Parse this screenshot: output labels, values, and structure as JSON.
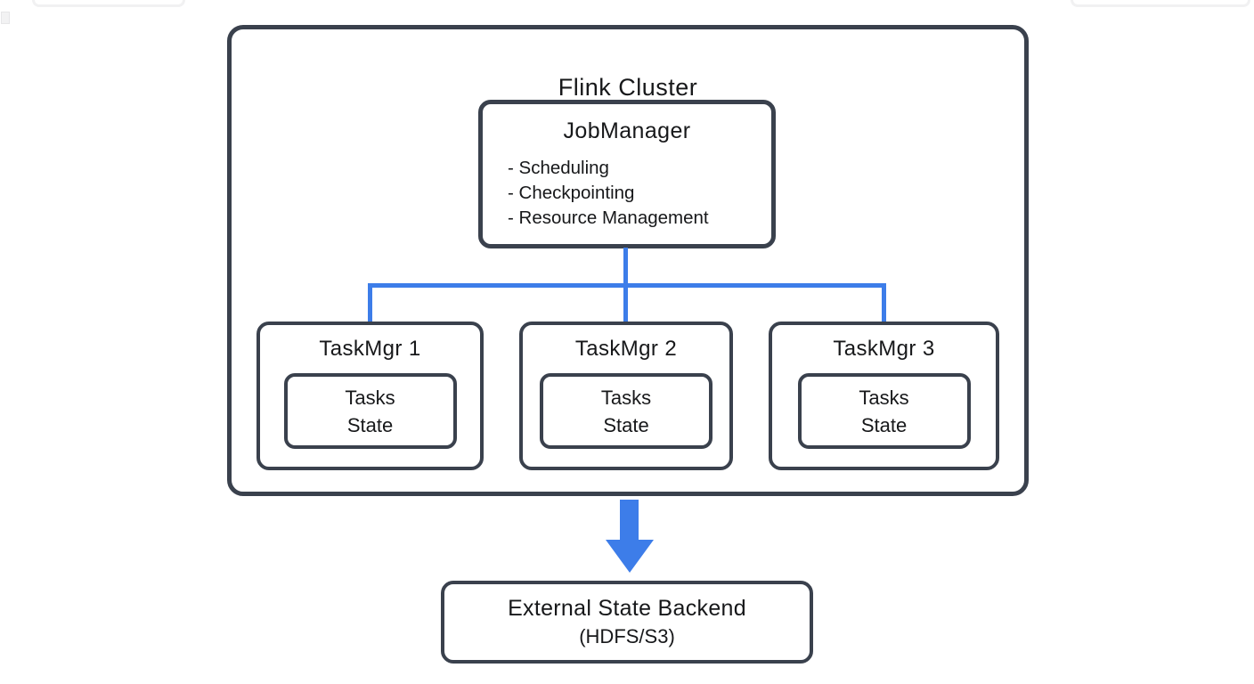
{
  "diagram": {
    "cluster": {
      "title": "Flink Cluster",
      "job_manager": {
        "title": "JobManager",
        "responsibilities": [
          "- Scheduling",
          "- Checkpointing",
          "- Resource Management"
        ]
      },
      "task_managers": [
        {
          "label": "TaskMgr 1",
          "inner": {
            "line1": "Tasks",
            "line2": "State"
          }
        },
        {
          "label": "TaskMgr 2",
          "inner": {
            "line1": "Tasks",
            "line2": "State"
          }
        },
        {
          "label": "TaskMgr 3",
          "inner": {
            "line1": "Tasks",
            "line2": "State"
          }
        }
      ]
    },
    "external_backend": {
      "title": "External State Backend",
      "subtitle": "(HDFS/S3)"
    },
    "colors": {
      "box_border": "#3a414d",
      "connector_blue": "#3d7de9",
      "text": "#17181a",
      "background": "#ffffff"
    }
  }
}
